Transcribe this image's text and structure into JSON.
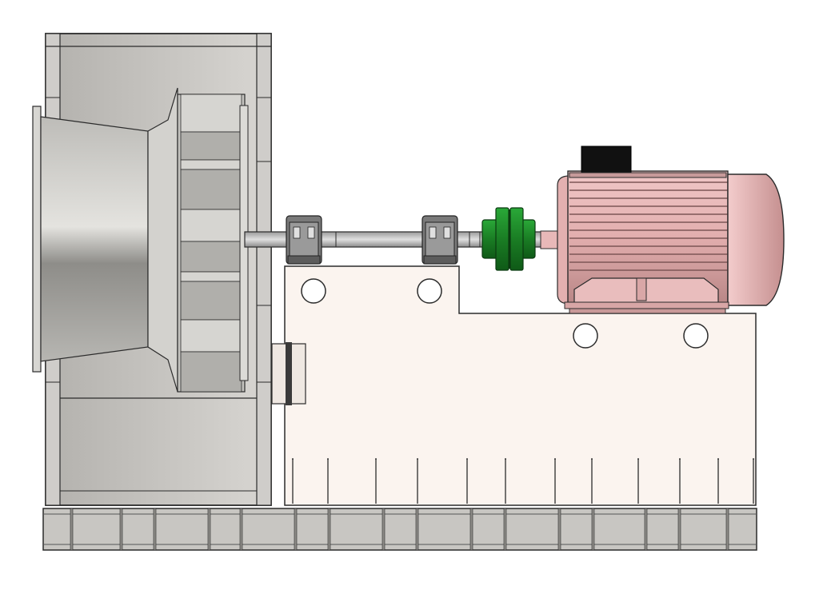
{
  "drawing": {
    "subject": "",
    "colors": {
      "background": "#ffffff",
      "housing": "#c9c7c3",
      "housing_dark": "#6e6e6e",
      "pedestal": "#fbf4ef",
      "motor": "#e6b4b4",
      "motor_dark": "#a87878",
      "coupling": "#1f8a2a",
      "bearing": "#707070",
      "shaft": "#bdbdbd",
      "base_frame": "#c8c6c2",
      "terminal_box": "#111111",
      "outline": "#2b2b2b"
    },
    "parts": [
      {
        "id": "fan-housing",
        "icon": "centrifugal-fan-housing"
      },
      {
        "id": "inlet-cone",
        "icon": "inlet-cone"
      },
      {
        "id": "impeller",
        "icon": "impeller"
      },
      {
        "id": "shaft",
        "icon": "shaft"
      },
      {
        "id": "bearing-block",
        "icon": "pillow-block-bearing",
        "count": 2
      },
      {
        "id": "coupling",
        "icon": "flexible-coupling"
      },
      {
        "id": "motor",
        "icon": "electric-motor"
      },
      {
        "id": "terminal-box",
        "icon": "terminal-box"
      },
      {
        "id": "pedestal",
        "icon": "bearing-pedestal"
      },
      {
        "id": "base-frame",
        "icon": "base-frame"
      }
    ]
  }
}
